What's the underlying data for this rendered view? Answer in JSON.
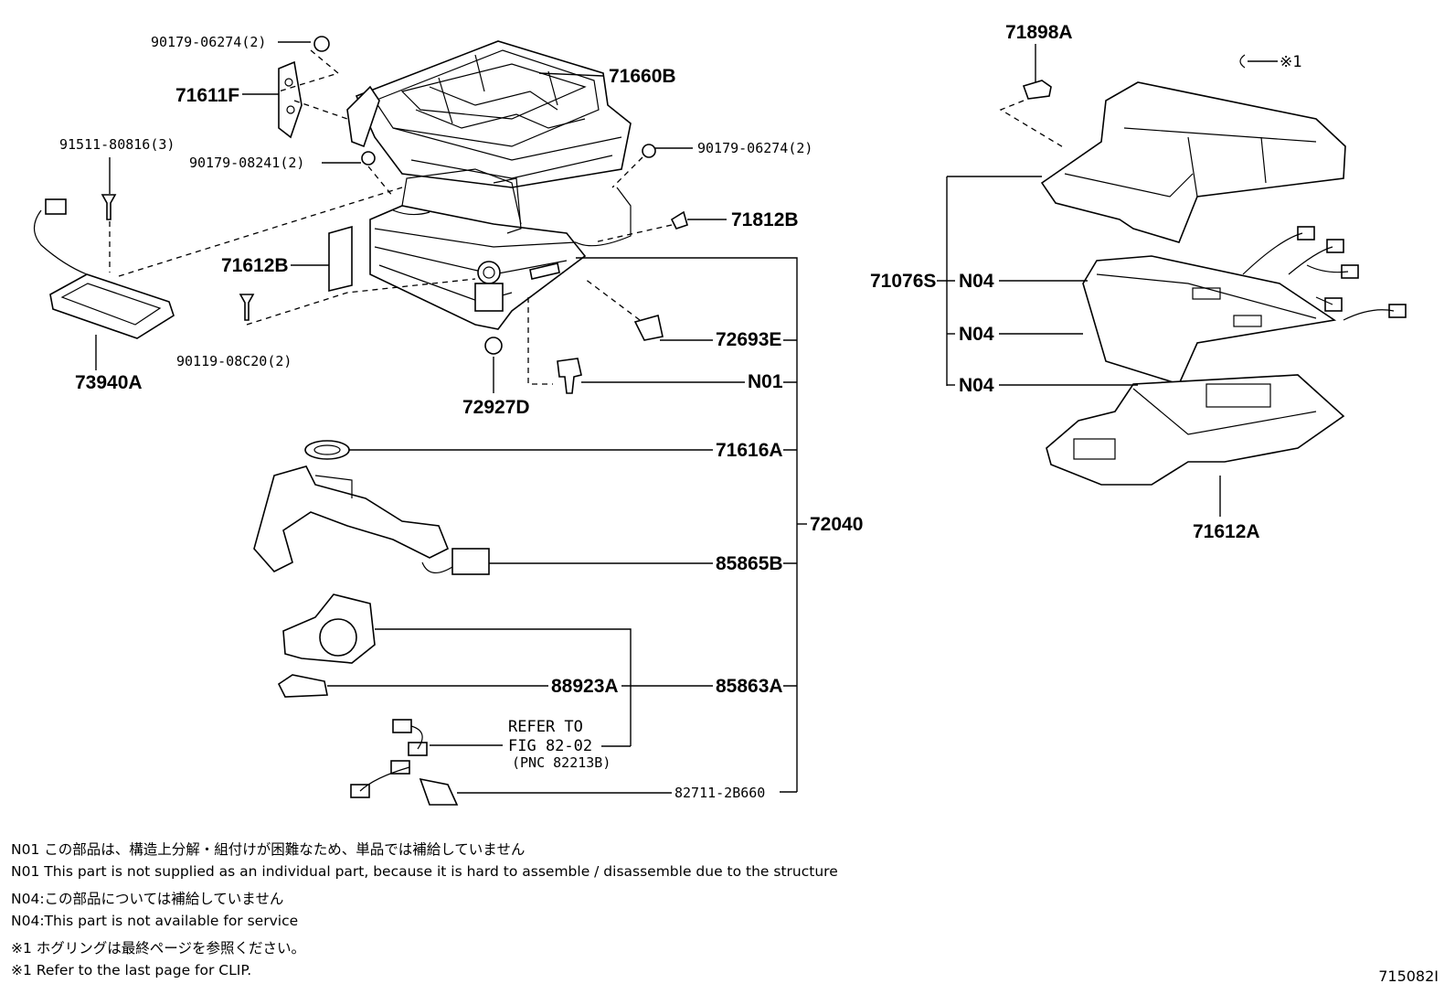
{
  "diagram": {
    "labels": {
      "l_90179_06274_a": "90179-06274(2)",
      "l_71611F": "71611F",
      "l_71660B": "71660B",
      "l_91511_80816": "91511-80816(3)",
      "l_90179_08241": "90179-08241(2)",
      "l_90179_06274_b": "90179-06274(2)",
      "l_71812B": "71812B",
      "l_71612B": "71612B",
      "l_90119_08C20": "90119-08C20(2)",
      "l_73940A": "73940A",
      "l_72693E": "72693E",
      "l_72927D": "72927D",
      "l_N01": "N01",
      "l_71616A": "71616A",
      "l_72040": "72040",
      "l_85865B": "85865B",
      "l_88923A": "88923A",
      "l_85863A": "85863A",
      "l_refer1": "REFER TO",
      "l_refer2": "FIG 82-02",
      "l_refer3": "(PNC 82213B)",
      "l_82711": "82711-2B660",
      "l_71898A": "71898A",
      "l_clip": "※1",
      "l_71076S": "71076S",
      "l_N04_a": "N04",
      "l_N04_b": "N04",
      "l_N04_c": "N04",
      "l_71612A": "71612A"
    }
  },
  "notes": [
    "N01 この部品は、構造上分解・組付けが困難なため、単品では補給していません",
    "N01 This part is not supplied as an individual part, because it is hard to assemble / disassemble due to the structure",
    "N04:この部品については補給していません",
    "N04:This part is not available for service",
    "※1 ホグリングは最終ページを参照ください。",
    "※1 Refer to the last page for CLIP."
  ],
  "figure_id": "715082I"
}
